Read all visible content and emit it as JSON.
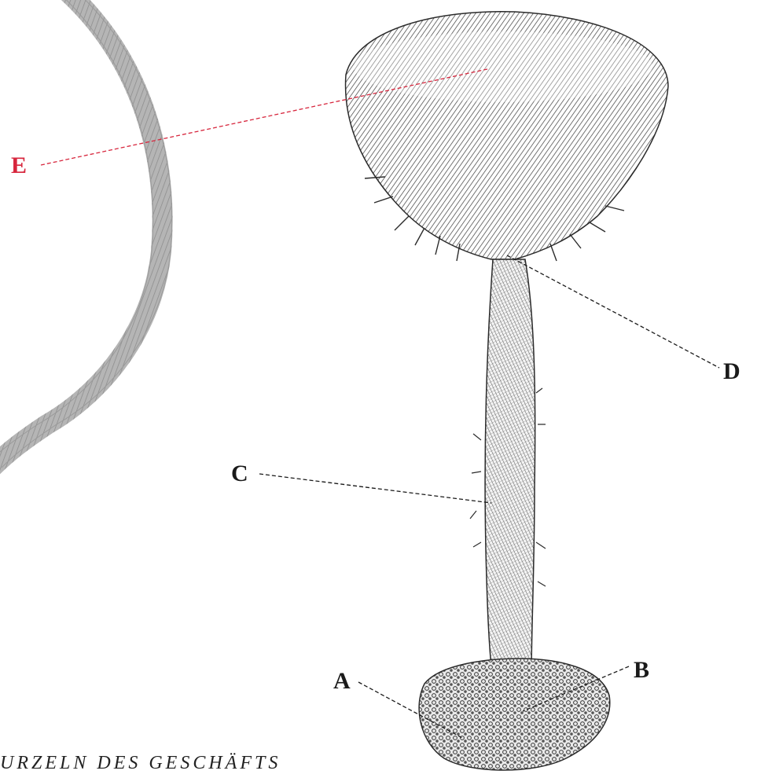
{
  "colors": {
    "highlight": "#d7263d",
    "ink": "#1a1a1a",
    "ring": "#a6a6a6",
    "hatch": "#2b2b2b"
  },
  "callouts": [
    {
      "id": "A",
      "label": "A",
      "highlighted": false
    },
    {
      "id": "B",
      "label": "B",
      "highlighted": false
    },
    {
      "id": "C",
      "label": "C",
      "highlighted": false
    },
    {
      "id": "D",
      "label": "D",
      "highlighted": false
    },
    {
      "id": "E",
      "label": "E",
      "highlighted": true
    }
  ],
  "footer": {
    "caption": "URZELN DES GESCHÄFTS"
  }
}
